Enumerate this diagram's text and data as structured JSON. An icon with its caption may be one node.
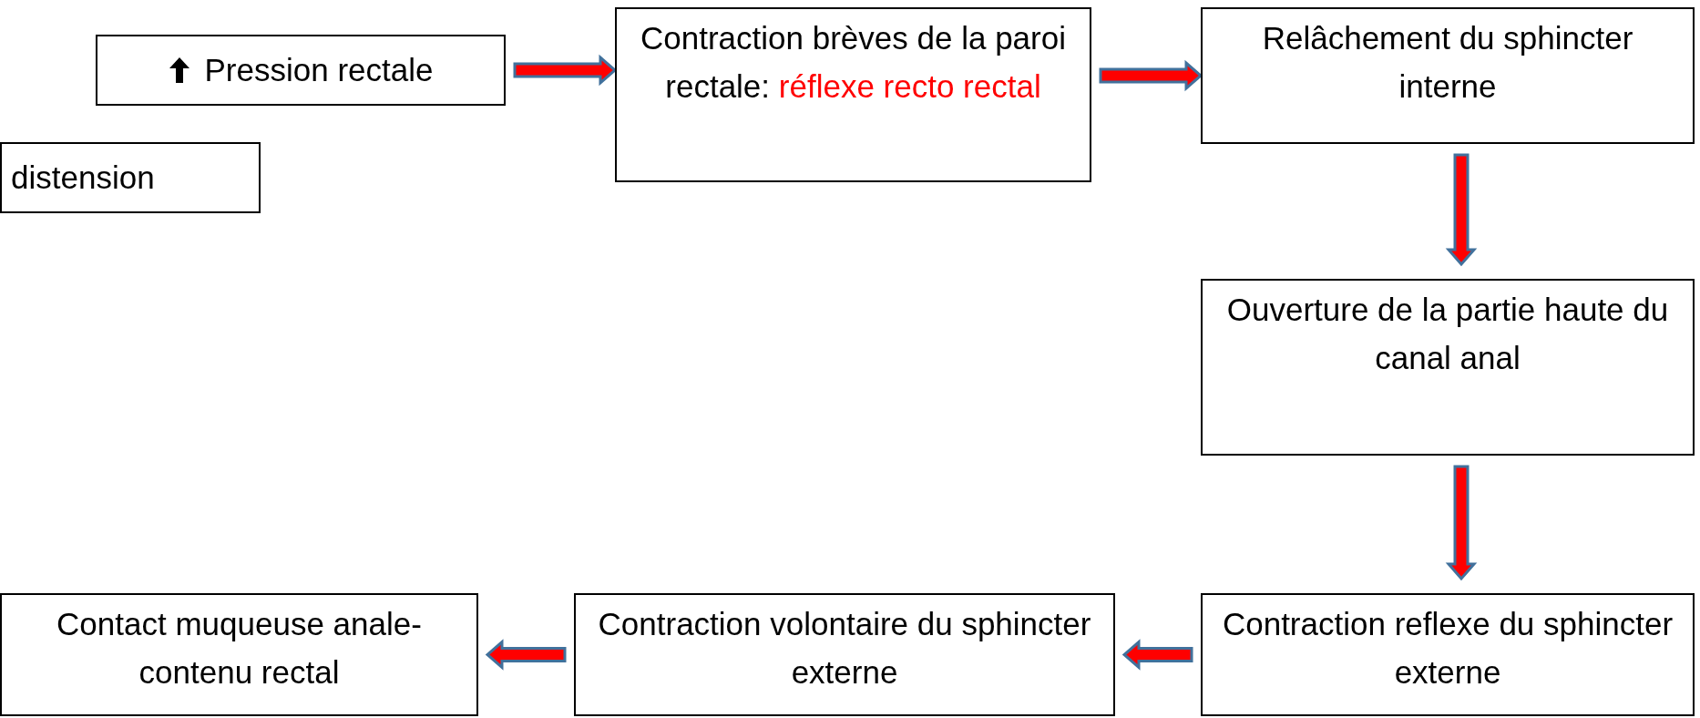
{
  "diagram": {
    "nodes": [
      {
        "text": [
          "Pression rectale"
        ]
      },
      {
        "text": [
          "distension"
        ]
      },
      {
        "text": [
          "Contraction brèves de la paroi rectale:",
          "réflexe recto rectal"
        ]
      },
      {
        "text": [
          "Relâchement du sphincter interne"
        ]
      },
      {
        "text": [
          "Ouverture de la partie haute du canal anal"
        ]
      },
      {
        "text": [
          "Contraction reflexe du sphincter externe"
        ]
      },
      {
        "text": [
          "Contraction volontaire du sphincter externe"
        ]
      },
      {
        "text": [
          "Contact muqueuse anale-contenu rectal"
        ]
      }
    ],
    "edges": [
      {
        "from": 0,
        "to": 2,
        "arrow": "to"
      },
      {
        "from": 2,
        "to": 3,
        "arrow": "to"
      },
      {
        "from": 3,
        "to": 4,
        "arrow": "to"
      },
      {
        "from": 4,
        "to": 5,
        "arrow": "to"
      },
      {
        "from": 5,
        "to": 6,
        "arrow": "to"
      },
      {
        "from": 6,
        "to": 7,
        "arrow": "to"
      }
    ]
  }
}
